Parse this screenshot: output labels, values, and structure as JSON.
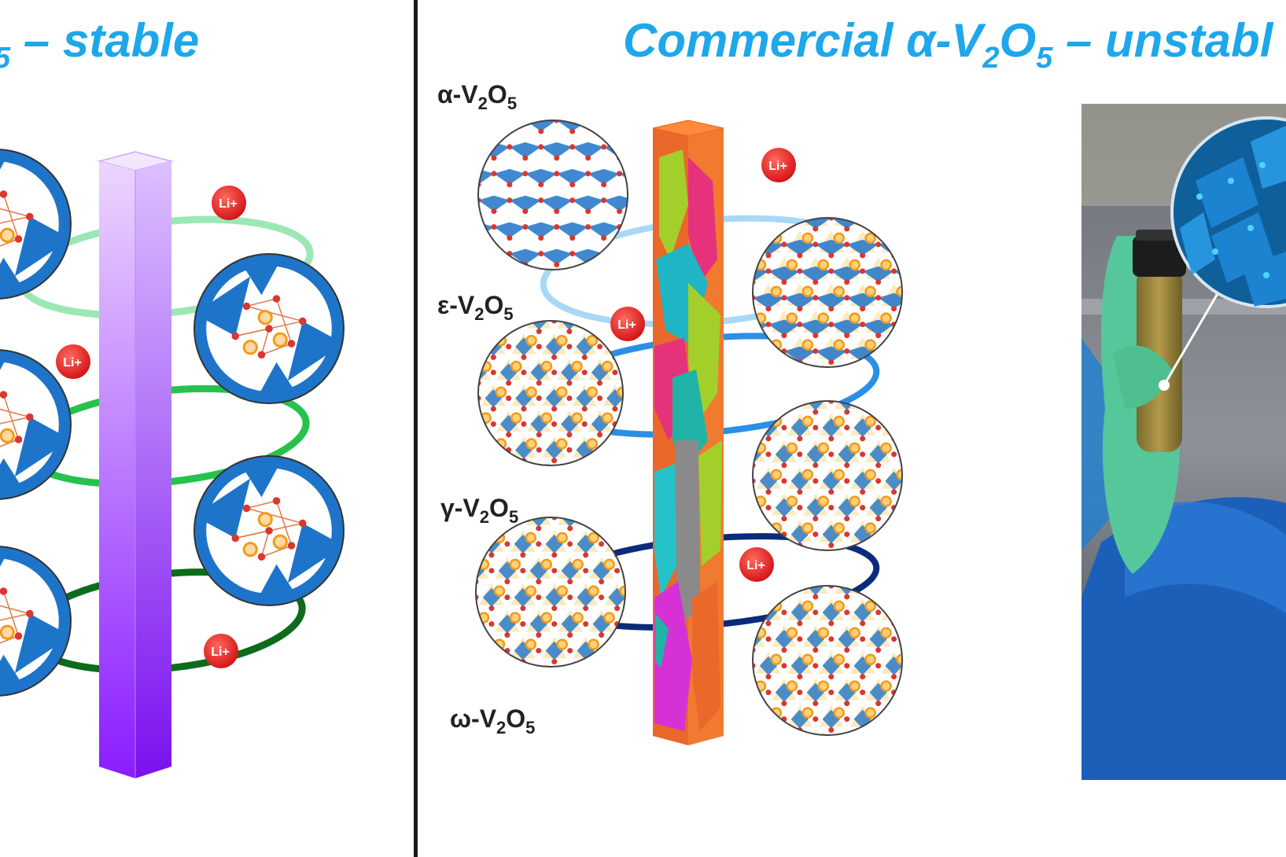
{
  "left_panel": {
    "title_main": "5",
    "title_rest": " – stable",
    "ion_label": "Li+",
    "ring_colors": [
      "#9be8b4",
      "#27c24e",
      "#0e6b1c"
    ]
  },
  "right_panel": {
    "title_prefix": "Commercial α-V",
    "title_sub1": "2",
    "title_mid": "O",
    "title_sub2": "5",
    "title_suffix": " – unstabl",
    "ion_label": "Li+",
    "ring_colors": [
      "#a9d8f7",
      "#2b8fe6",
      "#0b2a7a"
    ],
    "phases": [
      {
        "pre": "α-V",
        "s1": "2",
        "mid": "O",
        "s2": "5"
      },
      {
        "pre": "ε-V",
        "s1": "2",
        "mid": "O",
        "s2": "5"
      },
      {
        "pre": "γ-V",
        "s1": "2",
        "mid": "O",
        "s2": "5"
      },
      {
        "pre": "ω-V",
        "s1": "2",
        "mid": "O",
        "s2": "5"
      }
    ]
  },
  "colors": {
    "title": "#1ea7ea",
    "crystal_blue": "#1e74c9",
    "oxygen": "#d9372f",
    "lithium": "#f29a1c",
    "stable_column": "#9b3cff"
  }
}
